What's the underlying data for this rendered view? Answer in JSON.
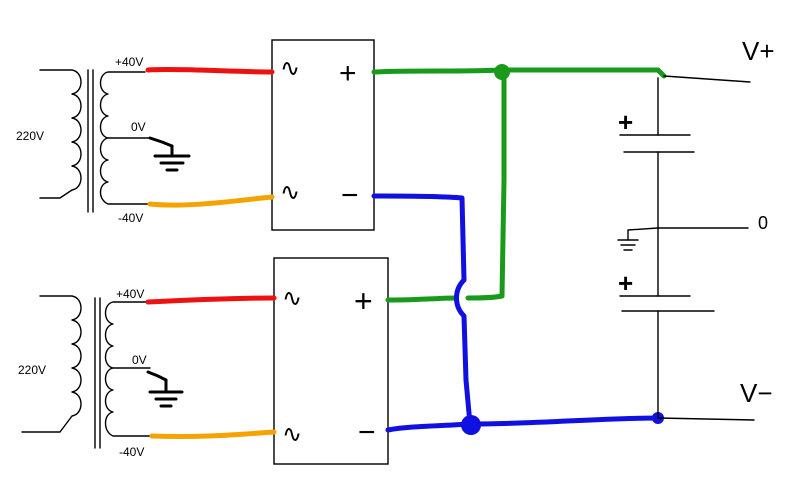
{
  "colors": {
    "positive_wire": "#1a9a1a",
    "negative_wire": "#1010e0",
    "plus_40_wire": "#ee1111",
    "minus_40_wire": "#f5a300"
  },
  "transformer_top": {
    "primary_label": "220V",
    "tap_top_label": "+40V",
    "tap_center_label": "0V",
    "tap_bottom_label": "-40V"
  },
  "transformer_bottom": {
    "primary_label": "220V",
    "tap_top_label": "+40V",
    "tap_center_label": "0V",
    "tap_bottom_label": "-40V"
  },
  "rectifier_top": {
    "ac_top_symbol": "∿",
    "ac_bottom_symbol": "∿",
    "plus_symbol": "+",
    "minus_symbol": "−"
  },
  "rectifier_bottom": {
    "ac_top_symbol": "∿",
    "ac_bottom_symbol": "∿",
    "plus_symbol": "+",
    "minus_symbol": "−"
  },
  "outputs": {
    "v_plus": "V+",
    "zero": "0",
    "v_minus": "V−"
  },
  "capacitors": {
    "top_polarity": "+",
    "bottom_polarity": "+"
  }
}
